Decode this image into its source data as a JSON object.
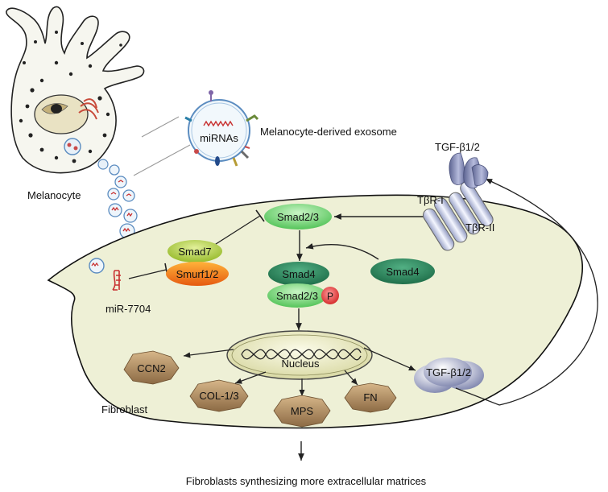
{
  "labels": {
    "melanocyte": "Melanocyte",
    "mirnas": "miRNAs",
    "exosome": "Melanocyte-derived exosome",
    "tgf_ligand": "TGF-β1/2",
    "tbr1": "TβR-I",
    "tbr2": "TβR-II",
    "smad23_top": "Smad2/3",
    "smad7": "Smad7",
    "smurf": "Smurf1/2",
    "smad4_left": "Smad4",
    "smad4_right": "Smad4",
    "smad23_complex": "Smad2/3",
    "phospho": "P",
    "mir7704": "miR-7704",
    "nucleus": "Nucleus",
    "ccn2": "CCN2",
    "col": "COL-1/3",
    "mps": "MPS",
    "fn": "FN",
    "tgf_product": "TGF-β1/2",
    "fibroblast": "Fibroblast",
    "caption": "Fibroblasts synthesizing more extracellular matrices"
  },
  "colors": {
    "cell_fill": "#eef0d6",
    "smad23_green": "#7ddc7d",
    "smad4_dark": "#2e8f62",
    "smad7_green": "#b9d64a",
    "smurf_orange": "#f07818",
    "phospho_red": "#e84a4a",
    "octagon_brown": "#a7835b",
    "receptor_blue": "#c9cfe6"
  }
}
